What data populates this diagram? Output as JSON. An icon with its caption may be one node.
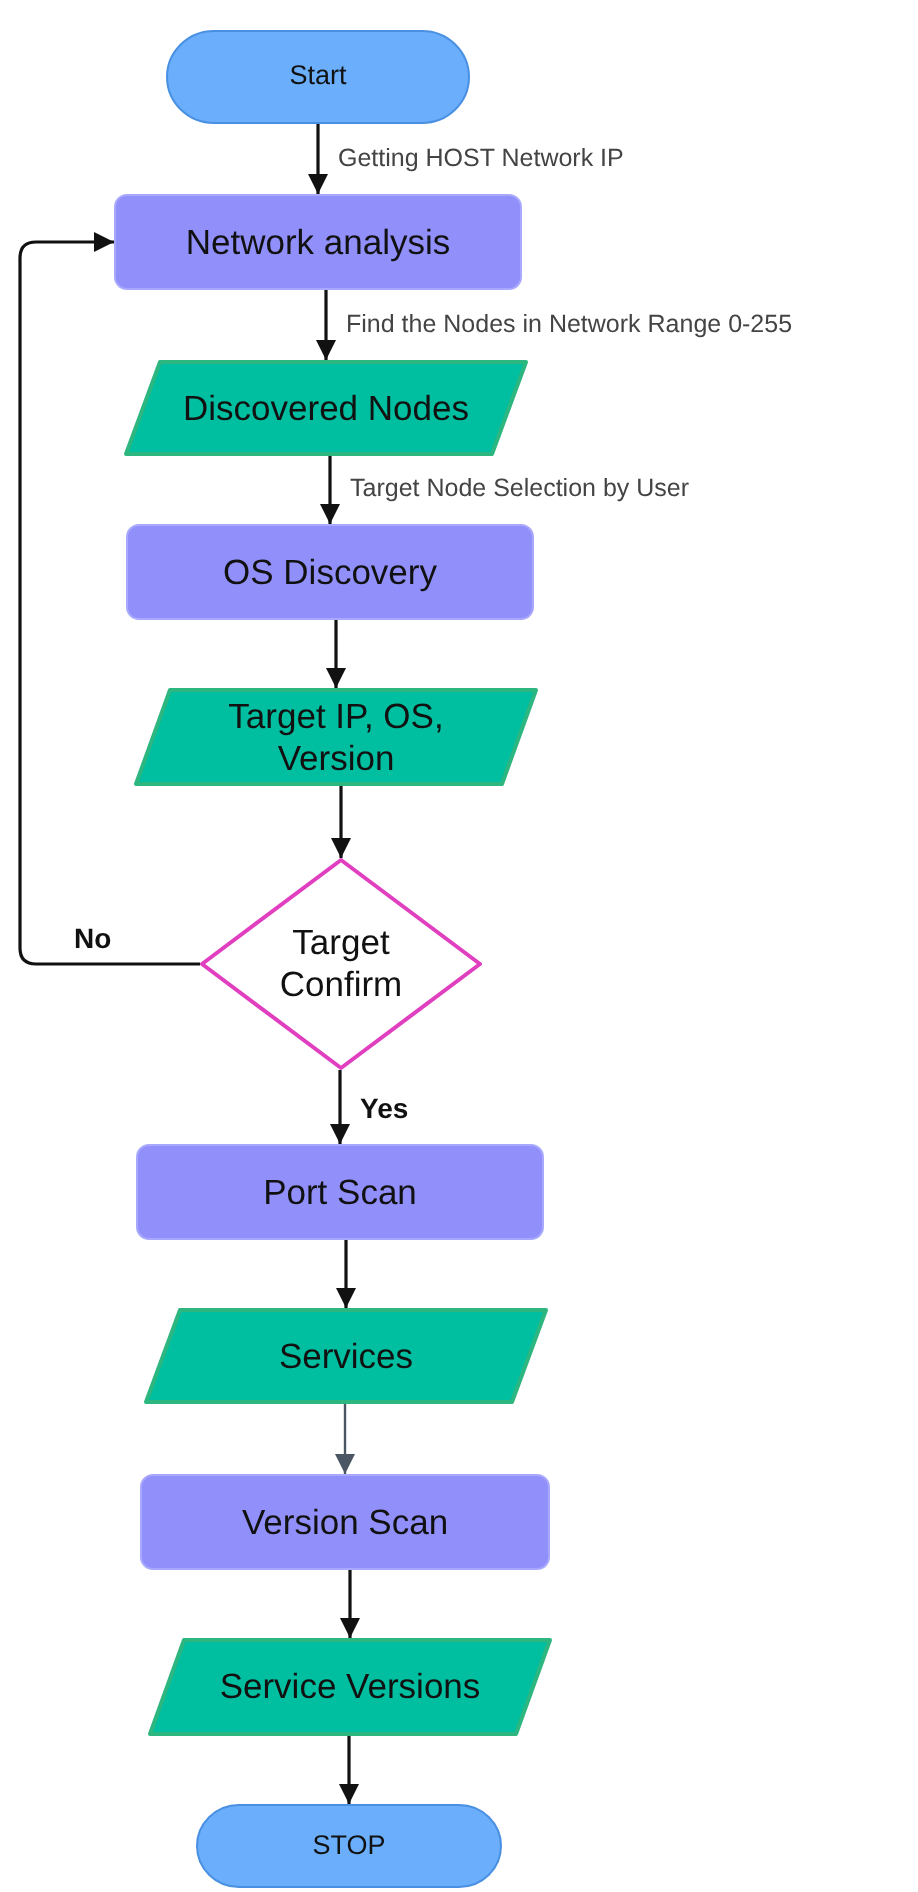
{
  "diagram": {
    "nodes": [
      {
        "text": [
          "Start"
        ]
      },
      {
        "text": [
          "Network analysis"
        ]
      },
      {
        "text": [
          "Discovered Nodes"
        ]
      },
      {
        "text": [
          "OS Discovery"
        ]
      },
      {
        "text": [
          "Target IP, OS, Version"
        ]
      },
      {
        "text": [
          "Target Confirm"
        ]
      },
      {
        "text": [
          "Port Scan"
        ]
      },
      {
        "text": [
          "Services"
        ]
      },
      {
        "text": [
          "Version Scan"
        ]
      },
      {
        "text": [
          "Service Versions"
        ]
      },
      {
        "text": [
          "STOP"
        ]
      }
    ],
    "edges": [
      {
        "from": 0,
        "to": 1,
        "arrow": "to",
        "label": "Getting HOST Network IP"
      },
      {
        "from": 1,
        "to": 2,
        "arrow": "to",
        "label": "Find the Nodes in Network Range 0-255"
      },
      {
        "from": 2,
        "to": 3,
        "arrow": "to",
        "label": "Target Node Selection by User"
      },
      {
        "from": 3,
        "to": 4,
        "arrow": "to"
      },
      {
        "from": 4,
        "to": 5,
        "arrow": "to"
      },
      {
        "from": 5,
        "to": 1,
        "arrow": "to",
        "label": "No"
      },
      {
        "from": 5,
        "to": 6,
        "arrow": "to",
        "label": "Yes"
      },
      {
        "from": 6,
        "to": 7,
        "arrow": "to"
      },
      {
        "from": 7,
        "to": 8,
        "arrow": "to",
        "color": "#4b5563"
      },
      {
        "from": 8,
        "to": 9,
        "arrow": "to"
      },
      {
        "from": 9,
        "to": 10,
        "arrow": "to"
      }
    ]
  }
}
